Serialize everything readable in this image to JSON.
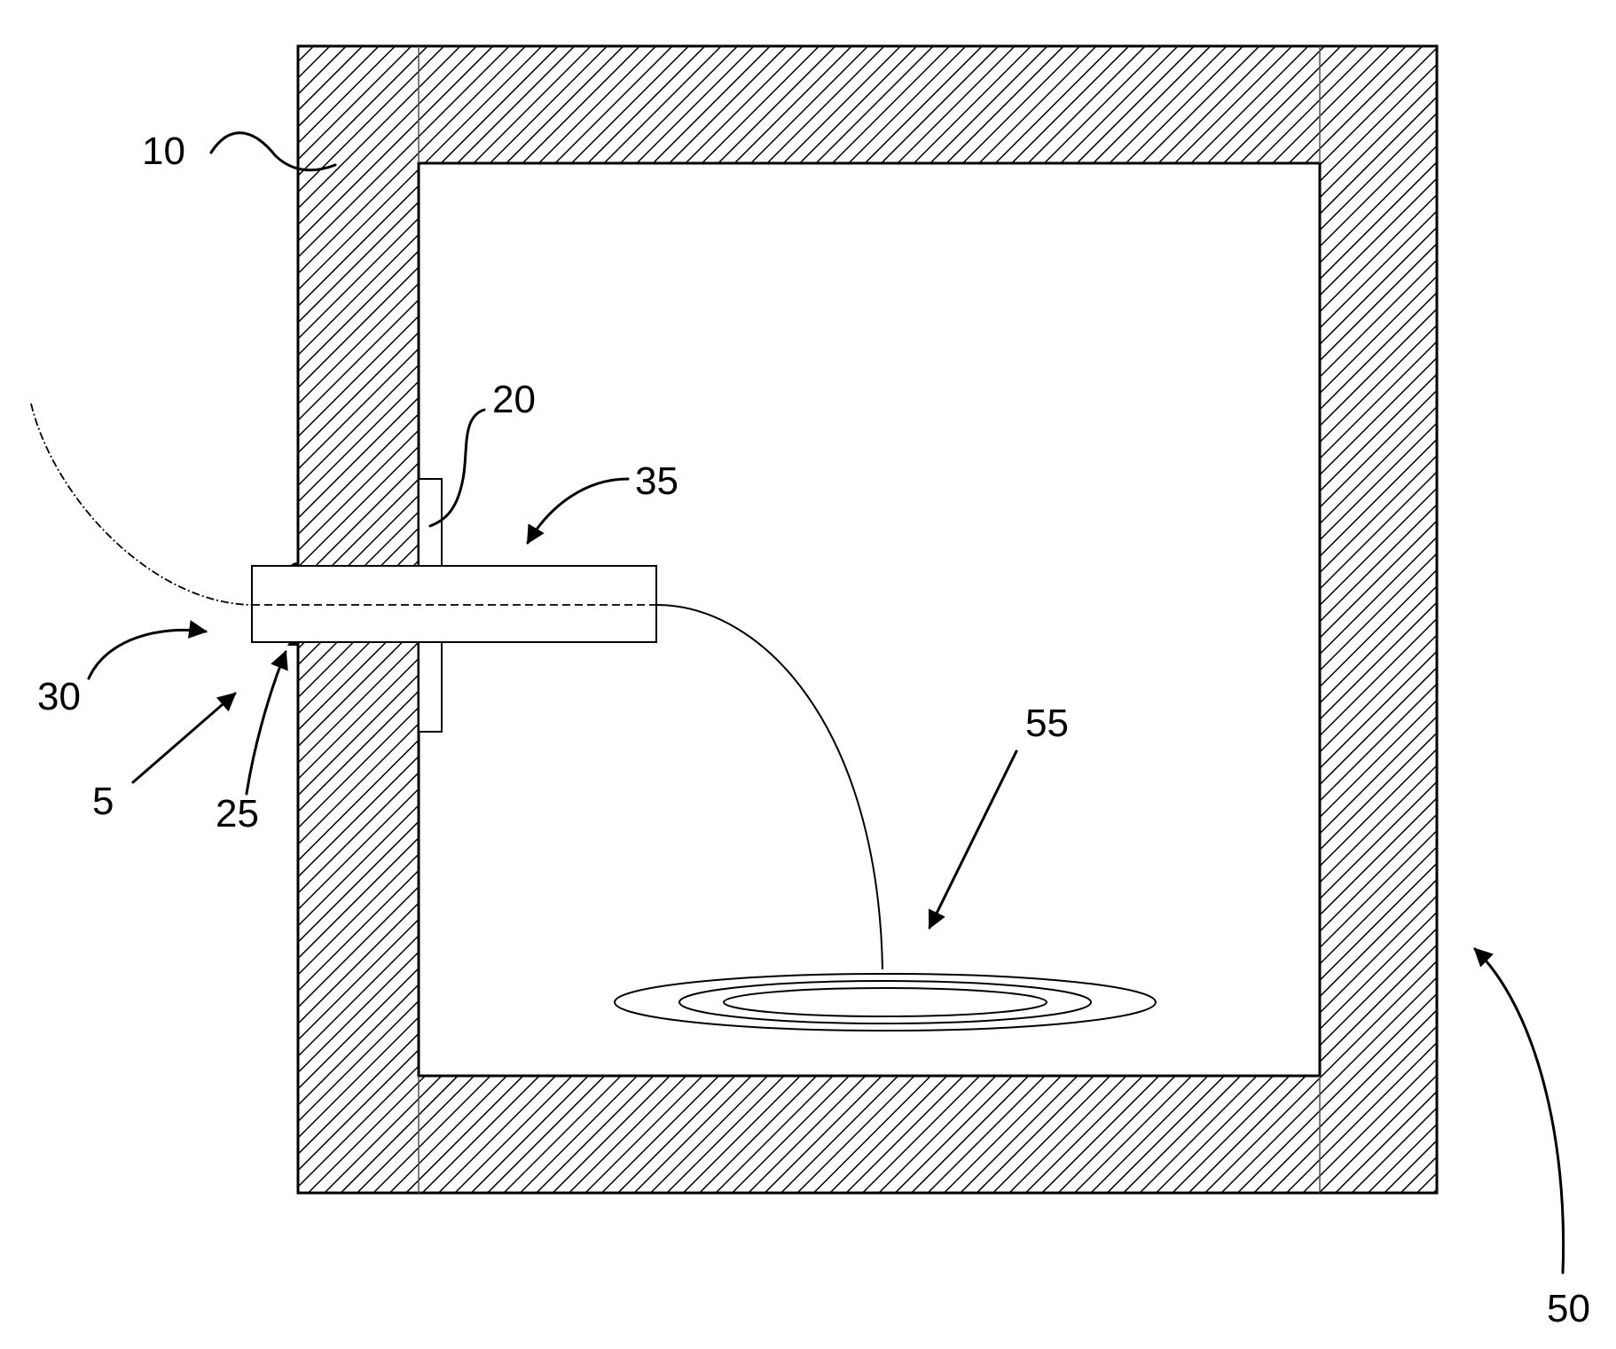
{
  "labels": {
    "wall": "10",
    "mount": "20",
    "seal": "25",
    "cable_entry": "30",
    "tube": "35",
    "assembly": "5",
    "enclosure": "50",
    "coil": "55"
  }
}
